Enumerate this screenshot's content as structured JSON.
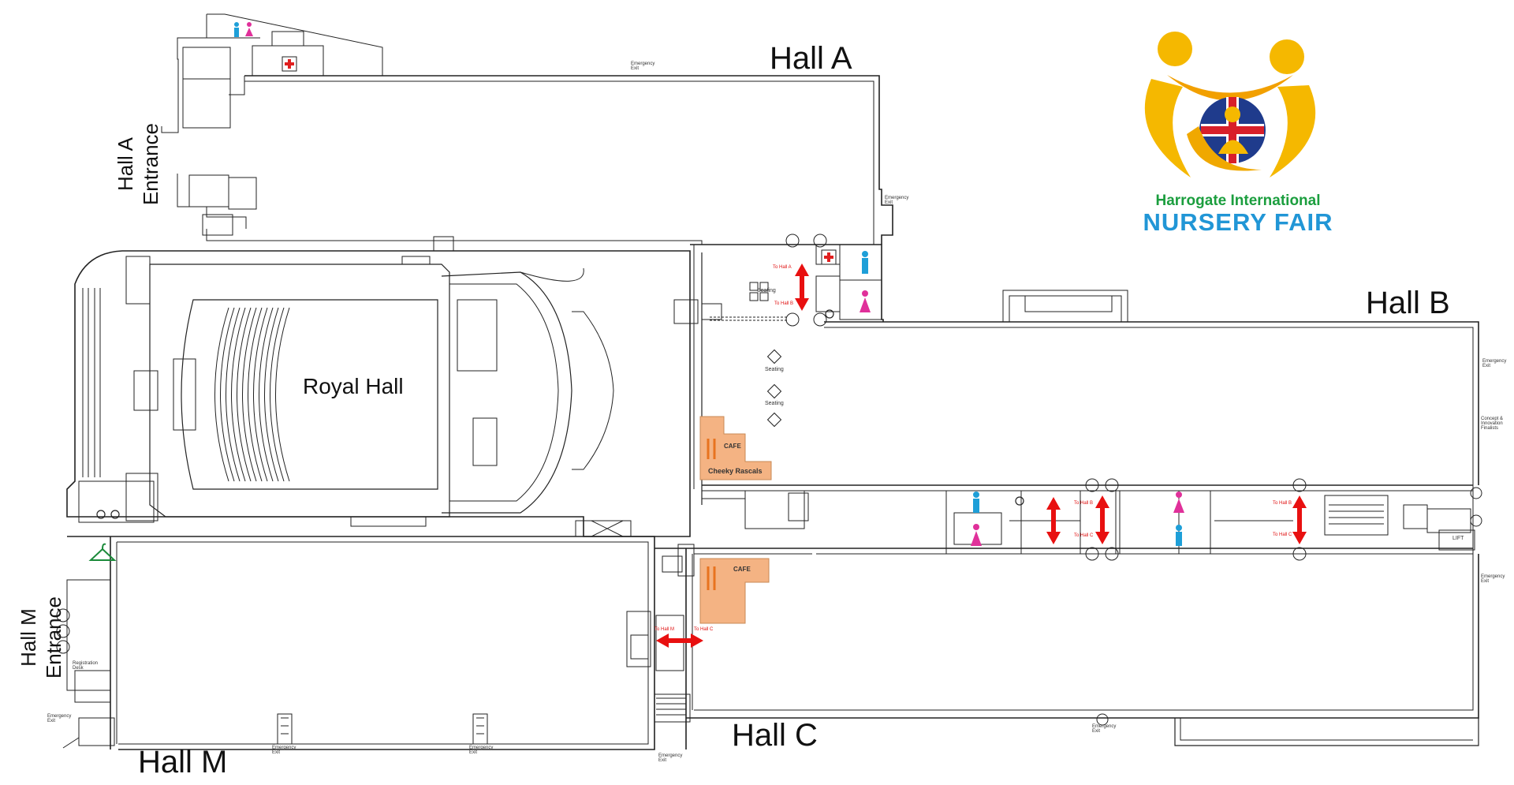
{
  "halls": {
    "hall_a": "Hall A",
    "hall_b": "Hall B",
    "hall_c": "Hall C",
    "hall_m": "Hall M",
    "royal_hall": "Royal Hall"
  },
  "entrances": {
    "hall_a_line1": "Hall A",
    "hall_a_line2": "Entrance",
    "hall_m_line1": "Hall M",
    "hall_m_line2": "Entrance"
  },
  "amenities": {
    "cafe_1": "CAFE",
    "cafe_1_name": "Cheeky Rascals",
    "cafe_2": "CAFE",
    "seating": "Seating",
    "lift": "LIFT",
    "emergency_exit": "Emergency Exit",
    "registration_desk": "Registration Desk",
    "concept_finalists": "Concept & Innovation Finalists"
  },
  "direction_labels": {
    "to_hall_a": "To Hall A",
    "to_hall_b": "To Hall B",
    "to_hall_c": "To Hall C",
    "to_hall_m": "To Hall M"
  },
  "logo": {
    "line1": "Harrogate International",
    "line2": "NURSERY FAIR"
  },
  "icons": {
    "male_toilet": "male-toilet-icon",
    "female_toilet": "female-toilet-icon",
    "first_aid": "first-aid-icon",
    "accessible": "accessible-icon",
    "cafe": "cutlery-icon",
    "cloakroom": "hanger-icon",
    "direction": "double-arrow-icon"
  },
  "colors": {
    "male": "#1e9fd8",
    "female": "#e0309a",
    "arrow": "#e81010",
    "cafe": "#f4b383",
    "cutlery": "#e8731f",
    "first_aid": "#e02020",
    "cloakroom": "#1b8a3a",
    "logo_green": "#1b9e3e",
    "logo_blue": "#2196d6",
    "logo_yellow": "#f5b800"
  }
}
